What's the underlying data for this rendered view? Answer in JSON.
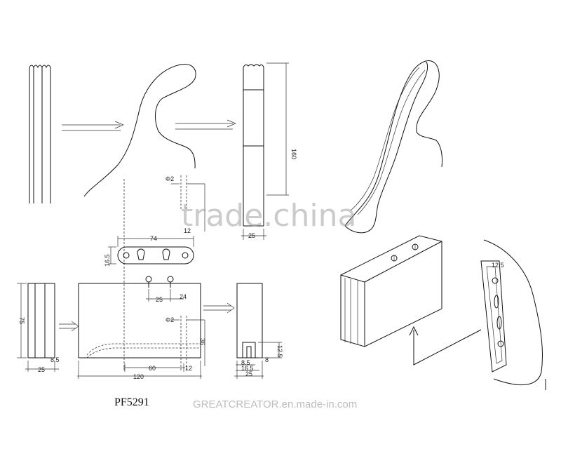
{
  "figure": {
    "model_code": "PF5291",
    "watermark": "trade.china",
    "site_caption": "GREATCREATOR.en.made-in.com",
    "dimensions": {
      "top_width": "25",
      "height_160": "160",
      "hole_dia_top": "Φ2",
      "hole_spacing_top": "12",
      "plate_length": "74",
      "plate_height": "16.5",
      "screw_offset": "25",
      "screw_offset_b": "24",
      "block_height": "75",
      "block_width_a": "25",
      "block_width_b": "8.5",
      "hole_dia_front": "Φ2",
      "hole_height": "36",
      "bottom_span": "60",
      "edge_offset": "12",
      "total_length": "120",
      "side_slot_h1": "12.5",
      "side_slot_h2": "8",
      "side_slot_w1": "8.5",
      "side_slot_w2": "16.5",
      "side_width": "25",
      "iso_label": "12.5"
    }
  }
}
